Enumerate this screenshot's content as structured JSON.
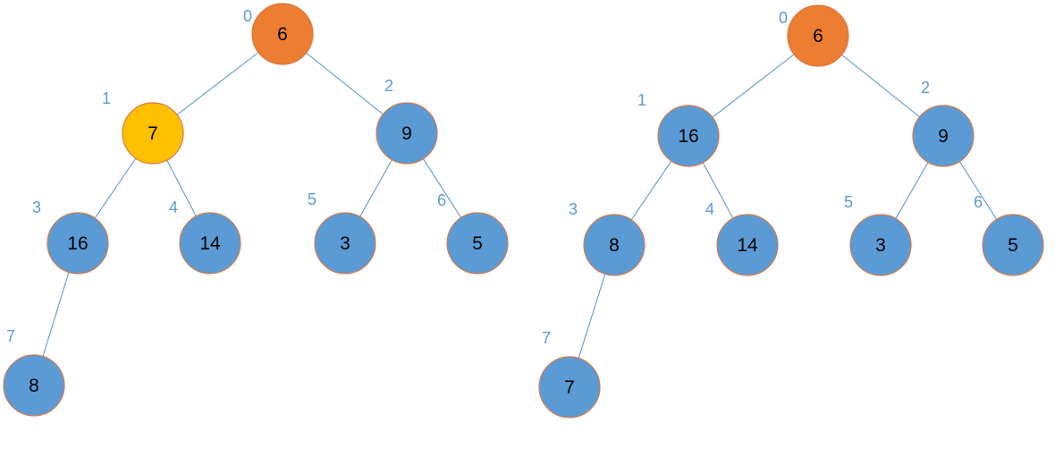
{
  "colors": {
    "default_node": "#5b9bd5",
    "root_node": "#ed7d31",
    "highlight_node": "#ffc000",
    "edge": "#5b9bd5",
    "index_label": "#5b9bd5",
    "node_outline": "#d47b4a"
  },
  "trees": [
    {
      "nodes": [
        {
          "index": "0",
          "value": "6",
          "kind": "root"
        },
        {
          "index": "1",
          "value": "7",
          "kind": "highlight"
        },
        {
          "index": "2",
          "value": "9",
          "kind": "default"
        },
        {
          "index": "3",
          "value": "16",
          "kind": "default"
        },
        {
          "index": "4",
          "value": "14",
          "kind": "default"
        },
        {
          "index": "5",
          "value": "3",
          "kind": "default"
        },
        {
          "index": "6",
          "value": "5",
          "kind": "default"
        },
        {
          "index": "7",
          "value": "8",
          "kind": "default"
        }
      ],
      "edges": [
        [
          0,
          1
        ],
        [
          0,
          2
        ],
        [
          1,
          3
        ],
        [
          1,
          4
        ],
        [
          2,
          5
        ],
        [
          2,
          6
        ],
        [
          3,
          7
        ]
      ]
    },
    {
      "nodes": [
        {
          "index": "0",
          "value": "6",
          "kind": "root"
        },
        {
          "index": "1",
          "value": "16",
          "kind": "default"
        },
        {
          "index": "2",
          "value": "9",
          "kind": "default"
        },
        {
          "index": "3",
          "value": "8",
          "kind": "default"
        },
        {
          "index": "4",
          "value": "14",
          "kind": "default"
        },
        {
          "index": "5",
          "value": "3",
          "kind": "default"
        },
        {
          "index": "6",
          "value": "5",
          "kind": "default"
        },
        {
          "index": "7",
          "value": "7",
          "kind": "default"
        }
      ],
      "edges": [
        [
          0,
          1
        ],
        [
          0,
          2
        ],
        [
          1,
          3
        ],
        [
          1,
          4
        ],
        [
          2,
          5
        ],
        [
          2,
          6
        ],
        [
          3,
          7
        ]
      ]
    }
  ]
}
